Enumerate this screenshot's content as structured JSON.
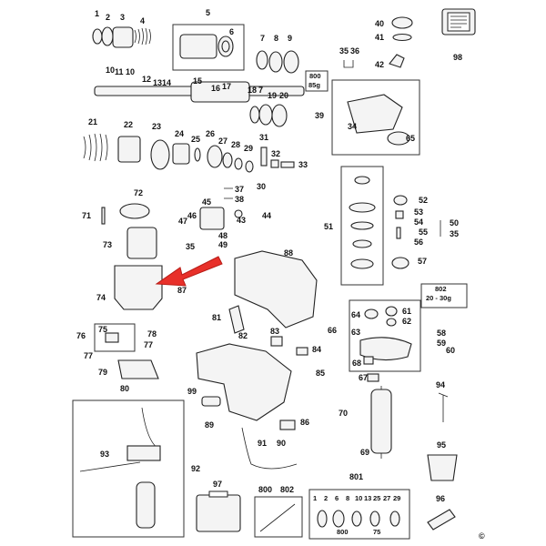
{
  "labels": {
    "l1": "1",
    "l2": "2",
    "l3": "3",
    "l4": "4",
    "l5": "5",
    "l6": "6",
    "l7": "7",
    "l8": "8",
    "l9": "9",
    "l10a": "10",
    "l11": "11",
    "l10b": "10",
    "l12": "12",
    "l13": "13",
    "l14": "14",
    "l15": "15",
    "l16": "16",
    "l17": "17",
    "l18": "18",
    "l7b": "7",
    "l19": "19",
    "l20": "20",
    "l21": "21",
    "l22": "22",
    "l23": "23",
    "l24": "24",
    "l25": "25",
    "l26": "26",
    "l27": "27",
    "l28": "28",
    "l29": "29",
    "l30": "30",
    "l31": "31",
    "l32": "32",
    "l33": "33",
    "l34": "34",
    "l35a": "35",
    "l36": "36",
    "l37": "37",
    "l38": "38",
    "l39": "39",
    "l40": "40",
    "l41": "41",
    "l42": "42",
    "l43": "43",
    "l44": "44",
    "l45": "45",
    "l46": "46",
    "l47": "47",
    "l48": "48",
    "l49": "49",
    "l35b": "35",
    "l50": "50",
    "l35c": "35",
    "l51": "51",
    "l52": "52",
    "l53": "53",
    "l54": "54",
    "l55": "55",
    "l56": "56",
    "l57": "57",
    "l58": "58",
    "l59": "59",
    "l60": "60",
    "l61": "61",
    "l62": "62",
    "l63": "63",
    "l64": "64",
    "l65": "65",
    "l66": "66",
    "l67": "67",
    "l68": "68",
    "l69": "69",
    "l70": "70",
    "l71": "71",
    "l72": "72",
    "l73": "73",
    "l74": "74",
    "l75": "75",
    "l76": "76",
    "l77a": "77",
    "l77b": "77",
    "l78": "78",
    "l79": "79",
    "l80": "80",
    "l81": "81",
    "l82": "82",
    "l83": "83",
    "l84": "84",
    "l85": "85",
    "l86": "86",
    "l87": "87",
    "l88": "88",
    "l89": "89",
    "l90": "90",
    "l91": "91",
    "l92": "92",
    "l93": "93",
    "l94": "94",
    "l95": "95",
    "l96": "96",
    "l97": "97",
    "l98": "98",
    "l99": "99",
    "l800": "800",
    "l802": "802",
    "l801": "801"
  },
  "grease_top": {
    "code": "800",
    "amount": "85g"
  },
  "grease_side": {
    "code": "802",
    "amount": "20 - 30g"
  },
  "kit_801": {
    "parts": [
      "1",
      "2",
      "6",
      "8",
      "10",
      "13",
      "25",
      "27",
      "29"
    ],
    "extra": [
      "800",
      "75"
    ]
  },
  "kit_800_802": [
    "800",
    "802"
  ],
  "copyright": "©",
  "colors": {
    "arrow": "#e8302a",
    "ink": "#222222"
  }
}
